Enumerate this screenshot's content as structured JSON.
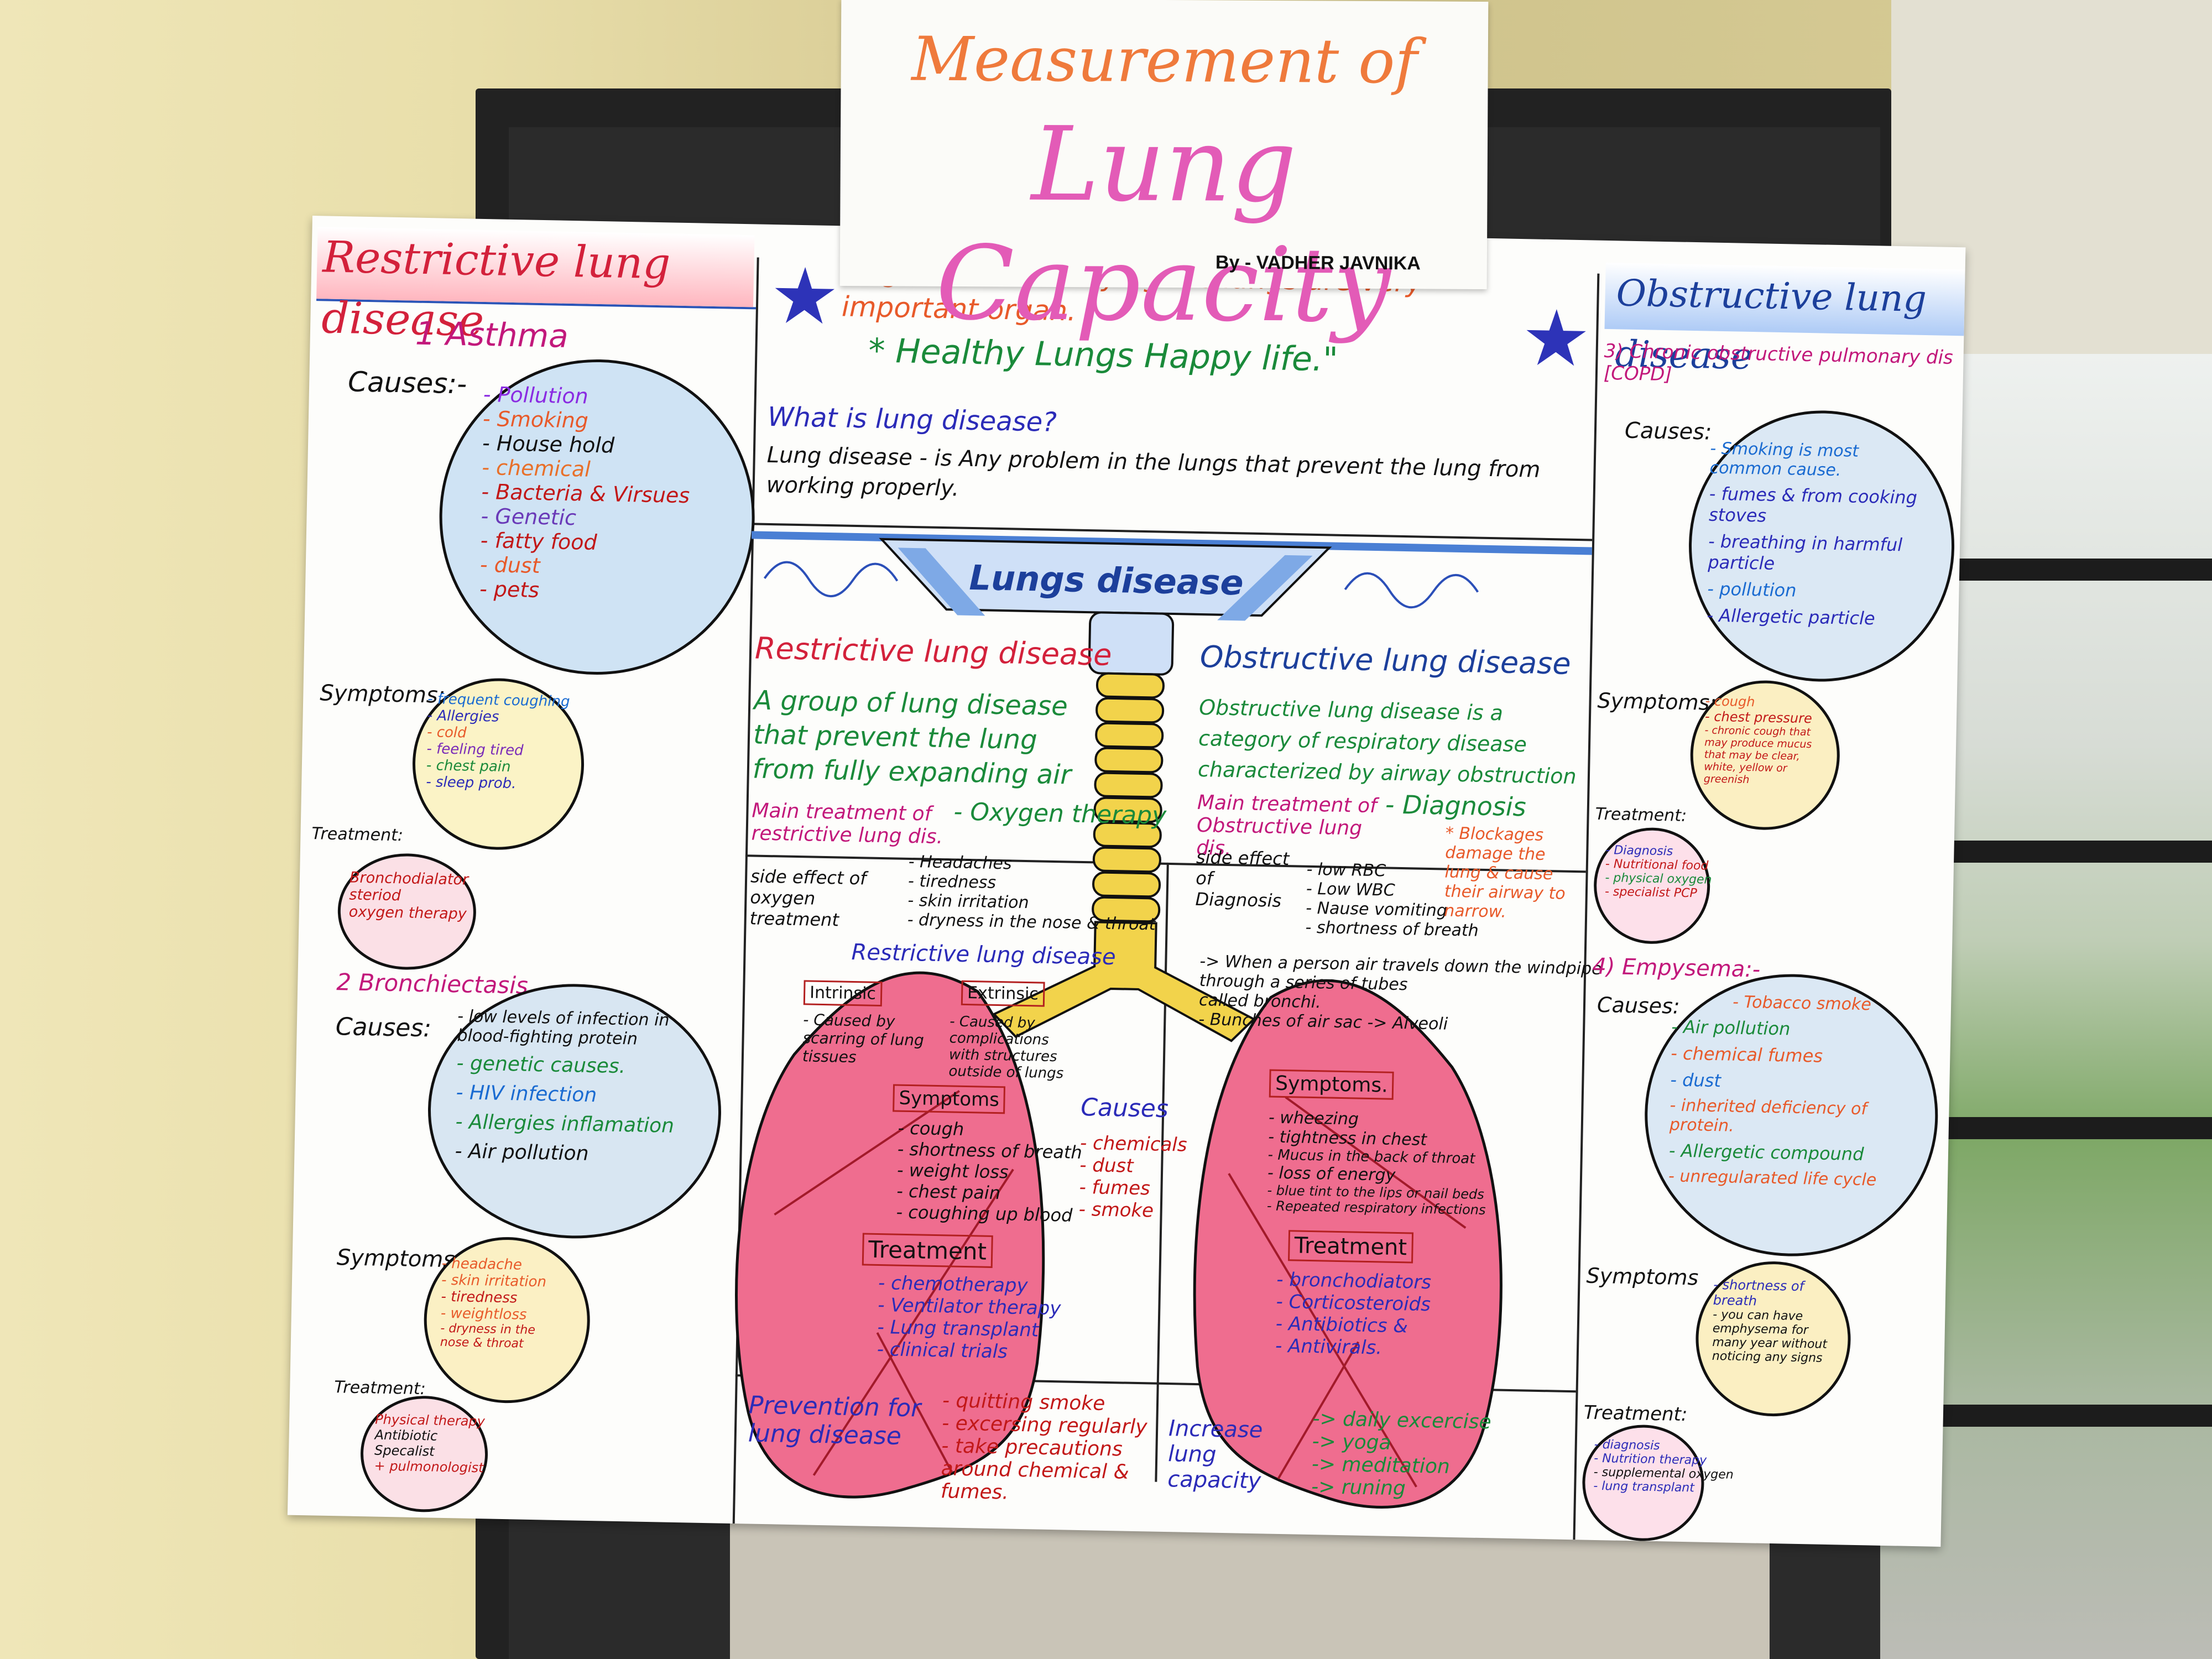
{
  "colors": {
    "wall": "#e9dfab",
    "asthma_circle": "#cfe3f4",
    "lung_pink": "#ef6d8f",
    "trachea_yellow": "#f2d34b",
    "title_orange": "#ef7a3c",
    "title_pink": "#e35bb7"
  },
  "title_card": {
    "line1": "Measurement of",
    "line2": "Lung Capacity",
    "byline": "By - VADHER JAVNIKA"
  },
  "left_column": {
    "header": "Restrictive lung disease",
    "asthma": {
      "title": "1 Asthma",
      "causes_label": "Causes:-",
      "causes": [
        "- Pollution",
        "- Smoking",
        "- House hold",
        "- chemical",
        "- Bacteria & Virsues",
        "- Genetic",
        "- fatty food",
        "- dust",
        "- pets"
      ],
      "symptoms_label": "Symptoms:",
      "symptoms": [
        "- frequent coughing",
        "- Allergies",
        "- cold",
        "- feeling tired",
        "- chest pain",
        "- sleep prob."
      ],
      "treatment_label": "Treatment:",
      "treatment": [
        "Bronchodialator",
        "steriod",
        "oxygen therapy"
      ]
    },
    "bronchiectasis": {
      "title": "2 Bronchiectasis",
      "causes_label": "Causes:",
      "causes": [
        "- low levels of infection in blood-fighting protein",
        "- genetic causes.",
        "- HIV infection",
        "- Allergies inflamation",
        "- Air pollution"
      ],
      "symptoms_label": "Symptoms:",
      "symptoms": [
        "- headache",
        "- skin irritation",
        "- tiredness",
        "- weightloss",
        "- dryness in the nose & throat"
      ],
      "treatment_label": "Treatment:",
      "treatment": [
        "Physical therapy",
        "Antibiotic",
        "Specalist",
        "+ pulmonologist"
      ]
    }
  },
  "center": {
    "quote1": "\"It goes without saying the lungs are very important organ.",
    "quote2": "* Healthy Lungs Happy life.\"",
    "what_is_title": "What is lung disease?",
    "what_is_body": "Lung disease - is Any problem in the lungs that prevent the lung from working properly.",
    "banner": "Lungs disease",
    "restrictive": {
      "title": "Restrictive lung disease",
      "desc": "A group of lung disease that prevent the lung from fully expanding air",
      "main_treatment_label": "Main treatment of restrictive lung dis.",
      "main_treatment": "- Oxygen therapy",
      "side_effect_label": "side effect of oxygen treatment",
      "side_effects": [
        "- Headaches",
        "- tiredness",
        "- skin irritation",
        "- dryness in the nose & throat"
      ],
      "lung_title": "Restrictive lung disease",
      "intrinsic_label": "Intrinsic",
      "intrinsic_text": "- Caused by scarring of lung tissues",
      "extrinsic_label": "Extrinsic",
      "extrinsic_text": "- Caused by complications with structures outside of lungs",
      "symptoms_label": "Symptoms",
      "symptoms": [
        "- cough",
        "- shortness of breath",
        "- weight loss",
        "- chest pain",
        "- coughing up blood"
      ],
      "treatment_label": "Treatment",
      "treatment": [
        "- chemotherapy",
        "- Ventilator therapy",
        "- Lung transplant",
        "- clinical trials"
      ]
    },
    "causes_label": "Causes",
    "causes": [
      "- chemicals",
      "- dust",
      "- fumes",
      "- smoke"
    ],
    "obstructive": {
      "title": "Obstructive lung disease",
      "desc": "Obstructive lung disease is a category of respiratory disease characterized by airway obstruction",
      "main_treatment_label": "Main treatment of Obstructive lung dis.",
      "main_treatment": "- Diagnosis",
      "side_effect_label": "side effect of Diagnosis",
      "side_effects": [
        "- low RBC",
        "- Low WBC",
        "- Nause vomiting",
        "- shortness of breath"
      ],
      "blockage_note": "* Blockages damage the lung & cause their airway to narrow.",
      "airway_note": [
        "-> When a person air travels down the windpipe",
        "through a series of tubes",
        "called bronchi.",
        "- Bunches of air sac -> Alveoli"
      ],
      "symptoms_label": "Symptoms.",
      "symptoms": [
        "- wheezing",
        "- tightness in chest",
        "- Mucus in the back of throat",
        "- loss of energy",
        "- blue tint to the lips or nail beds",
        "- Repeated respiratory infections"
      ],
      "treatment_label": "Treatment",
      "treatment": [
        "- bronchodiators",
        "- Corticosteroids",
        "- Antibiotics &",
        "- Antivirals."
      ]
    },
    "prevention_label": "Prevention for lung disease",
    "prevention": [
      "- quitting smoke",
      "- excersing regularly",
      "- take precautions around chemical & fumes."
    ],
    "increase_label": "Increase lung capacity",
    "increase": [
      "-> daily excercise",
      "-> yoga",
      "-> meditation",
      "-> runing"
    ]
  },
  "right_column": {
    "header": "Obstructive lung disease",
    "copd": {
      "title": "3) Chronic obstructive pulmonary dis [COPD]",
      "causes_label": "Causes:",
      "causes": [
        "- Smoking is most common cause.",
        "- fumes & from cooking stoves",
        "- breathing in harmful particle",
        "- pollution",
        "- Allergetic particle"
      ],
      "symptoms_label": "Symptoms:",
      "symptoms": [
        "- cough",
        "- chest pressure",
        "- chronic cough that may produce mucus that may be clear, white, yellow or greenish"
      ],
      "treatment_label": "Treatment:",
      "treatment": [
        "- Diagnosis",
        "- Nutritional food",
        "- physical oxygen",
        "- specialist PCP"
      ]
    },
    "emphysema": {
      "title": "4) Empysema:-",
      "causes_label": "Causes:",
      "causes": [
        "- Tobacco smoke",
        "- Air pollution",
        "- chemical fumes",
        "- dust",
        "- inherited deficiency of protein.",
        "- Allergetic compound",
        "- unregularated life cycle"
      ],
      "symptoms_label": "Symptoms",
      "symptoms": [
        "- shortness of breath",
        "- you can have emphysema for many year without noticing any signs"
      ],
      "treatment_label": "Treatment:",
      "treatment": [
        "- diagnosis",
        "- Nutrition therapy",
        "- supplemental oxygen",
        "- lung transplant"
      ]
    }
  }
}
